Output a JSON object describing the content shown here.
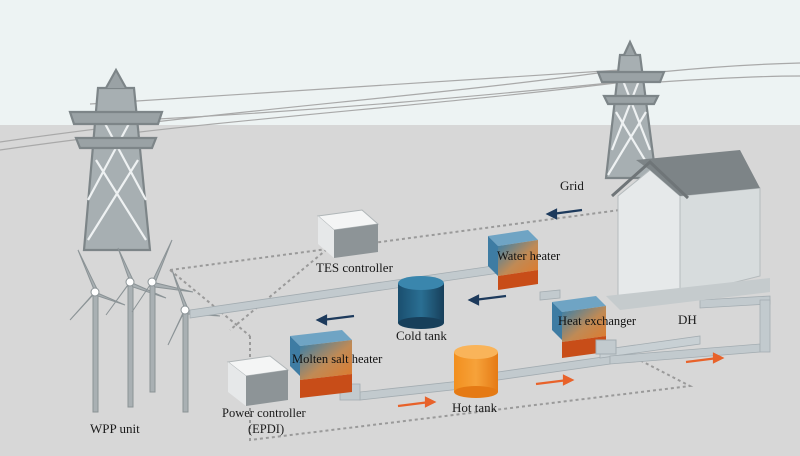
{
  "labels": {
    "grid": "Grid",
    "tes_controller": "TES controller",
    "water_heater": "Water heater",
    "heat_exchanger": "Heat exchanger",
    "dh": "DH",
    "cold_tank": "Cold tank",
    "molten_salt_heater": "Molten salt heater",
    "hot_tank": "Hot tank",
    "wpp_unit": "WPP unit",
    "power_controller_line1": "Power controller",
    "power_controller_line2": "(EPDI)"
  },
  "icons": {
    "pylon": "transmission-tower-icon",
    "turbine": "wind-turbine-icon",
    "house": "district-heating-house-icon",
    "arrow": "flow-arrow-icon"
  },
  "colors": {
    "sky": "#e9f1f1",
    "ground": "#d6d6d6",
    "pipe": "#bfc7cc",
    "cold_arrow": "#1d3a5c",
    "hot_arrow": "#e8622a",
    "cold_tank": "#1f5c7d",
    "hot_tank": "#f08a1c",
    "heater_hot": "#d2521c",
    "heater_cool": "#2f7fb0"
  }
}
